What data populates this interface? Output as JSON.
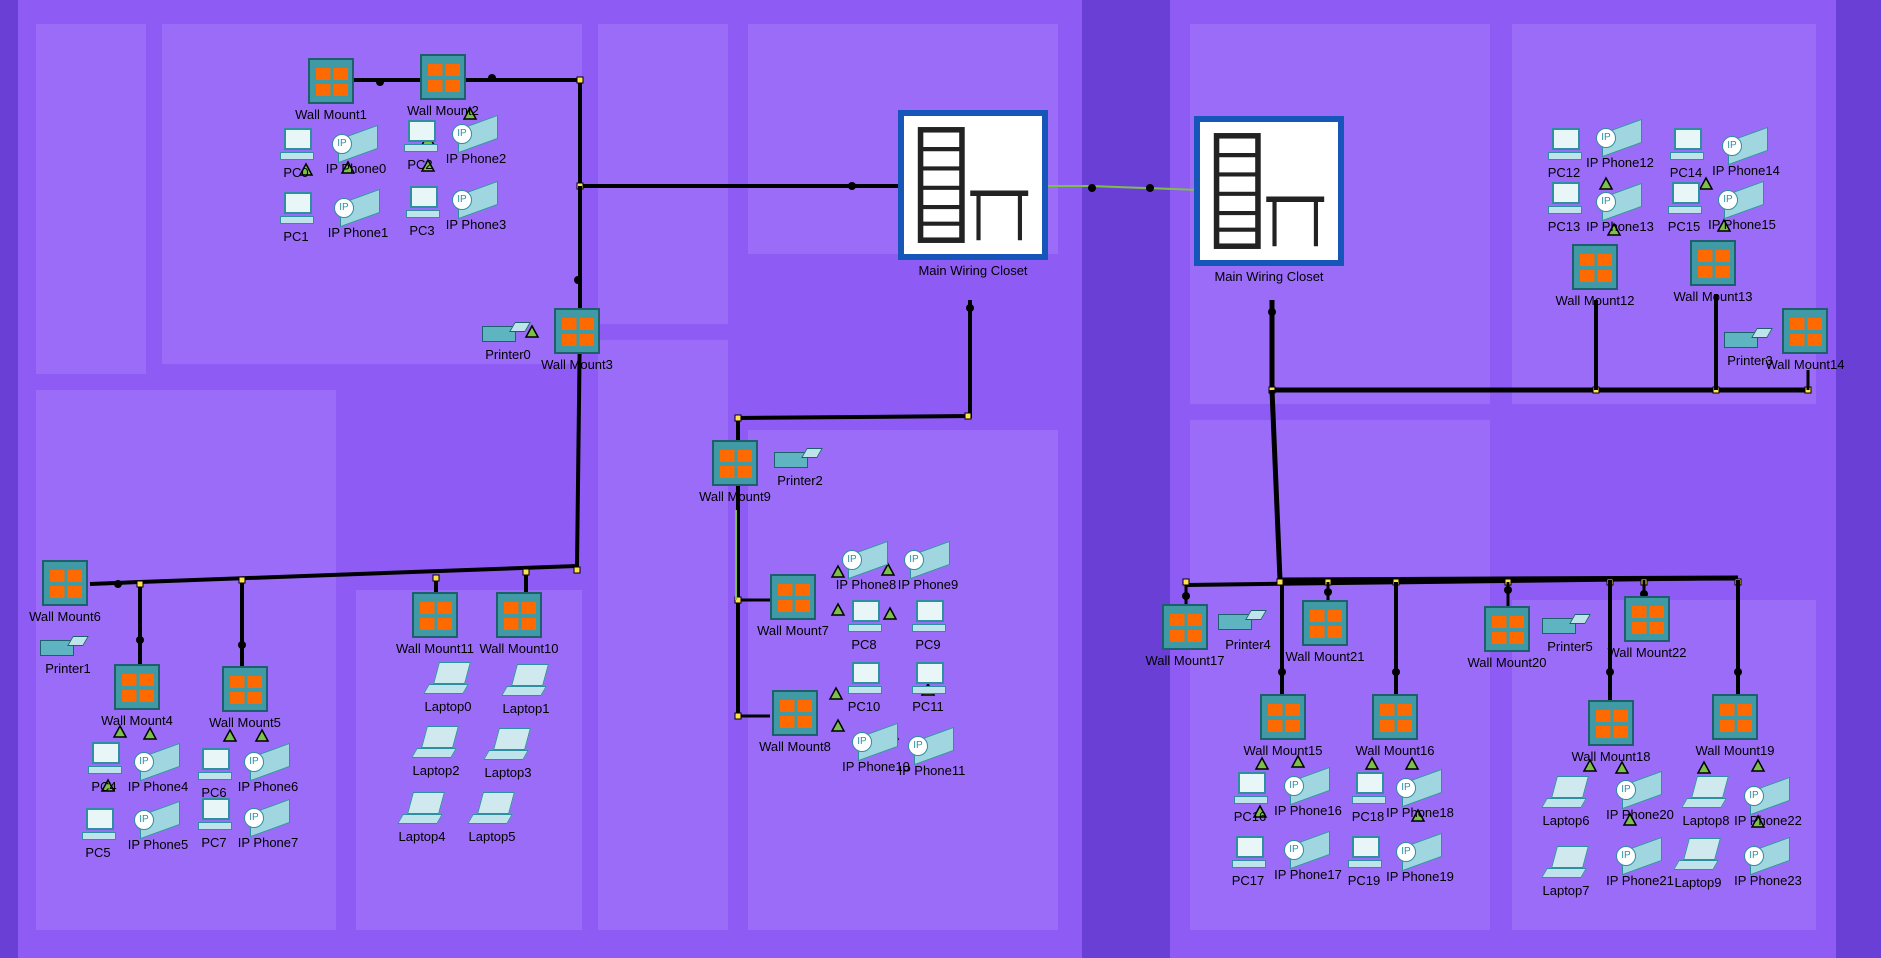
{
  "workspace": {
    "closets": [
      "Main Wiring Closet",
      "Main Wiring Closet"
    ],
    "wall_mounts": [
      "Wall Mount1",
      "Wall Mount2",
      "Wall Mount3",
      "Wall Mount4",
      "Wall Mount5",
      "Wall Mount6",
      "Wall Mount7",
      "Wall Mount8",
      "Wall Mount9",
      "Wall Mount10",
      "Wall Mount11",
      "Wall Mount12",
      "Wall Mount13",
      "Wall Mount14",
      "Wall Mount15",
      "Wall Mount16",
      "Wall Mount17",
      "Wall Mount18",
      "Wall Mount19",
      "Wall Mount20",
      "Wall Mount21",
      "Wall Mount22"
    ],
    "pcs": [
      "PC0",
      "PC1",
      "PC2",
      "PC3",
      "PC4",
      "PC5",
      "PC6",
      "PC7",
      "PC8",
      "PC9",
      "PC10",
      "PC11",
      "PC12",
      "PC13",
      "PC14",
      "PC15",
      "PC16",
      "PC17",
      "PC18",
      "PC19"
    ],
    "phones": [
      "IP Phone0",
      "IP Phone1",
      "IP Phone2",
      "IP Phone3",
      "IP Phone4",
      "IP Phone5",
      "IP Phone6",
      "IP Phone7",
      "IP Phone8",
      "IP Phone9",
      "IP Phone10",
      "IP Phone11",
      "IP Phone12",
      "IP Phone13",
      "IP Phone14",
      "IP Phone15",
      "IP Phone16",
      "IP Phone17",
      "IP Phone18",
      "IP Phone19",
      "IP Phone20",
      "IP Phone21",
      "IP Phone22",
      "IP Phone23"
    ],
    "laptops": [
      "Laptop0",
      "Laptop1",
      "Laptop2",
      "Laptop3",
      "Laptop4",
      "Laptop5",
      "Laptop6",
      "Laptop7",
      "Laptop8",
      "Laptop9"
    ],
    "printers": [
      "Printer0",
      "Printer1",
      "Printer2",
      "Printer3",
      "Printer4",
      "Printer5"
    ],
    "ip_badge": "IP"
  },
  "colors": {
    "background": "#6a3fd6",
    "building": "#8e5bf4",
    "room": "#9a6cf8",
    "cable": "#000000",
    "console_cable": "#7cc04a",
    "port_up": "#7cc04a",
    "closet_border": "#1556b8",
    "wall_mount": "#3f9aa6",
    "port_jack": "#ff6a00"
  }
}
